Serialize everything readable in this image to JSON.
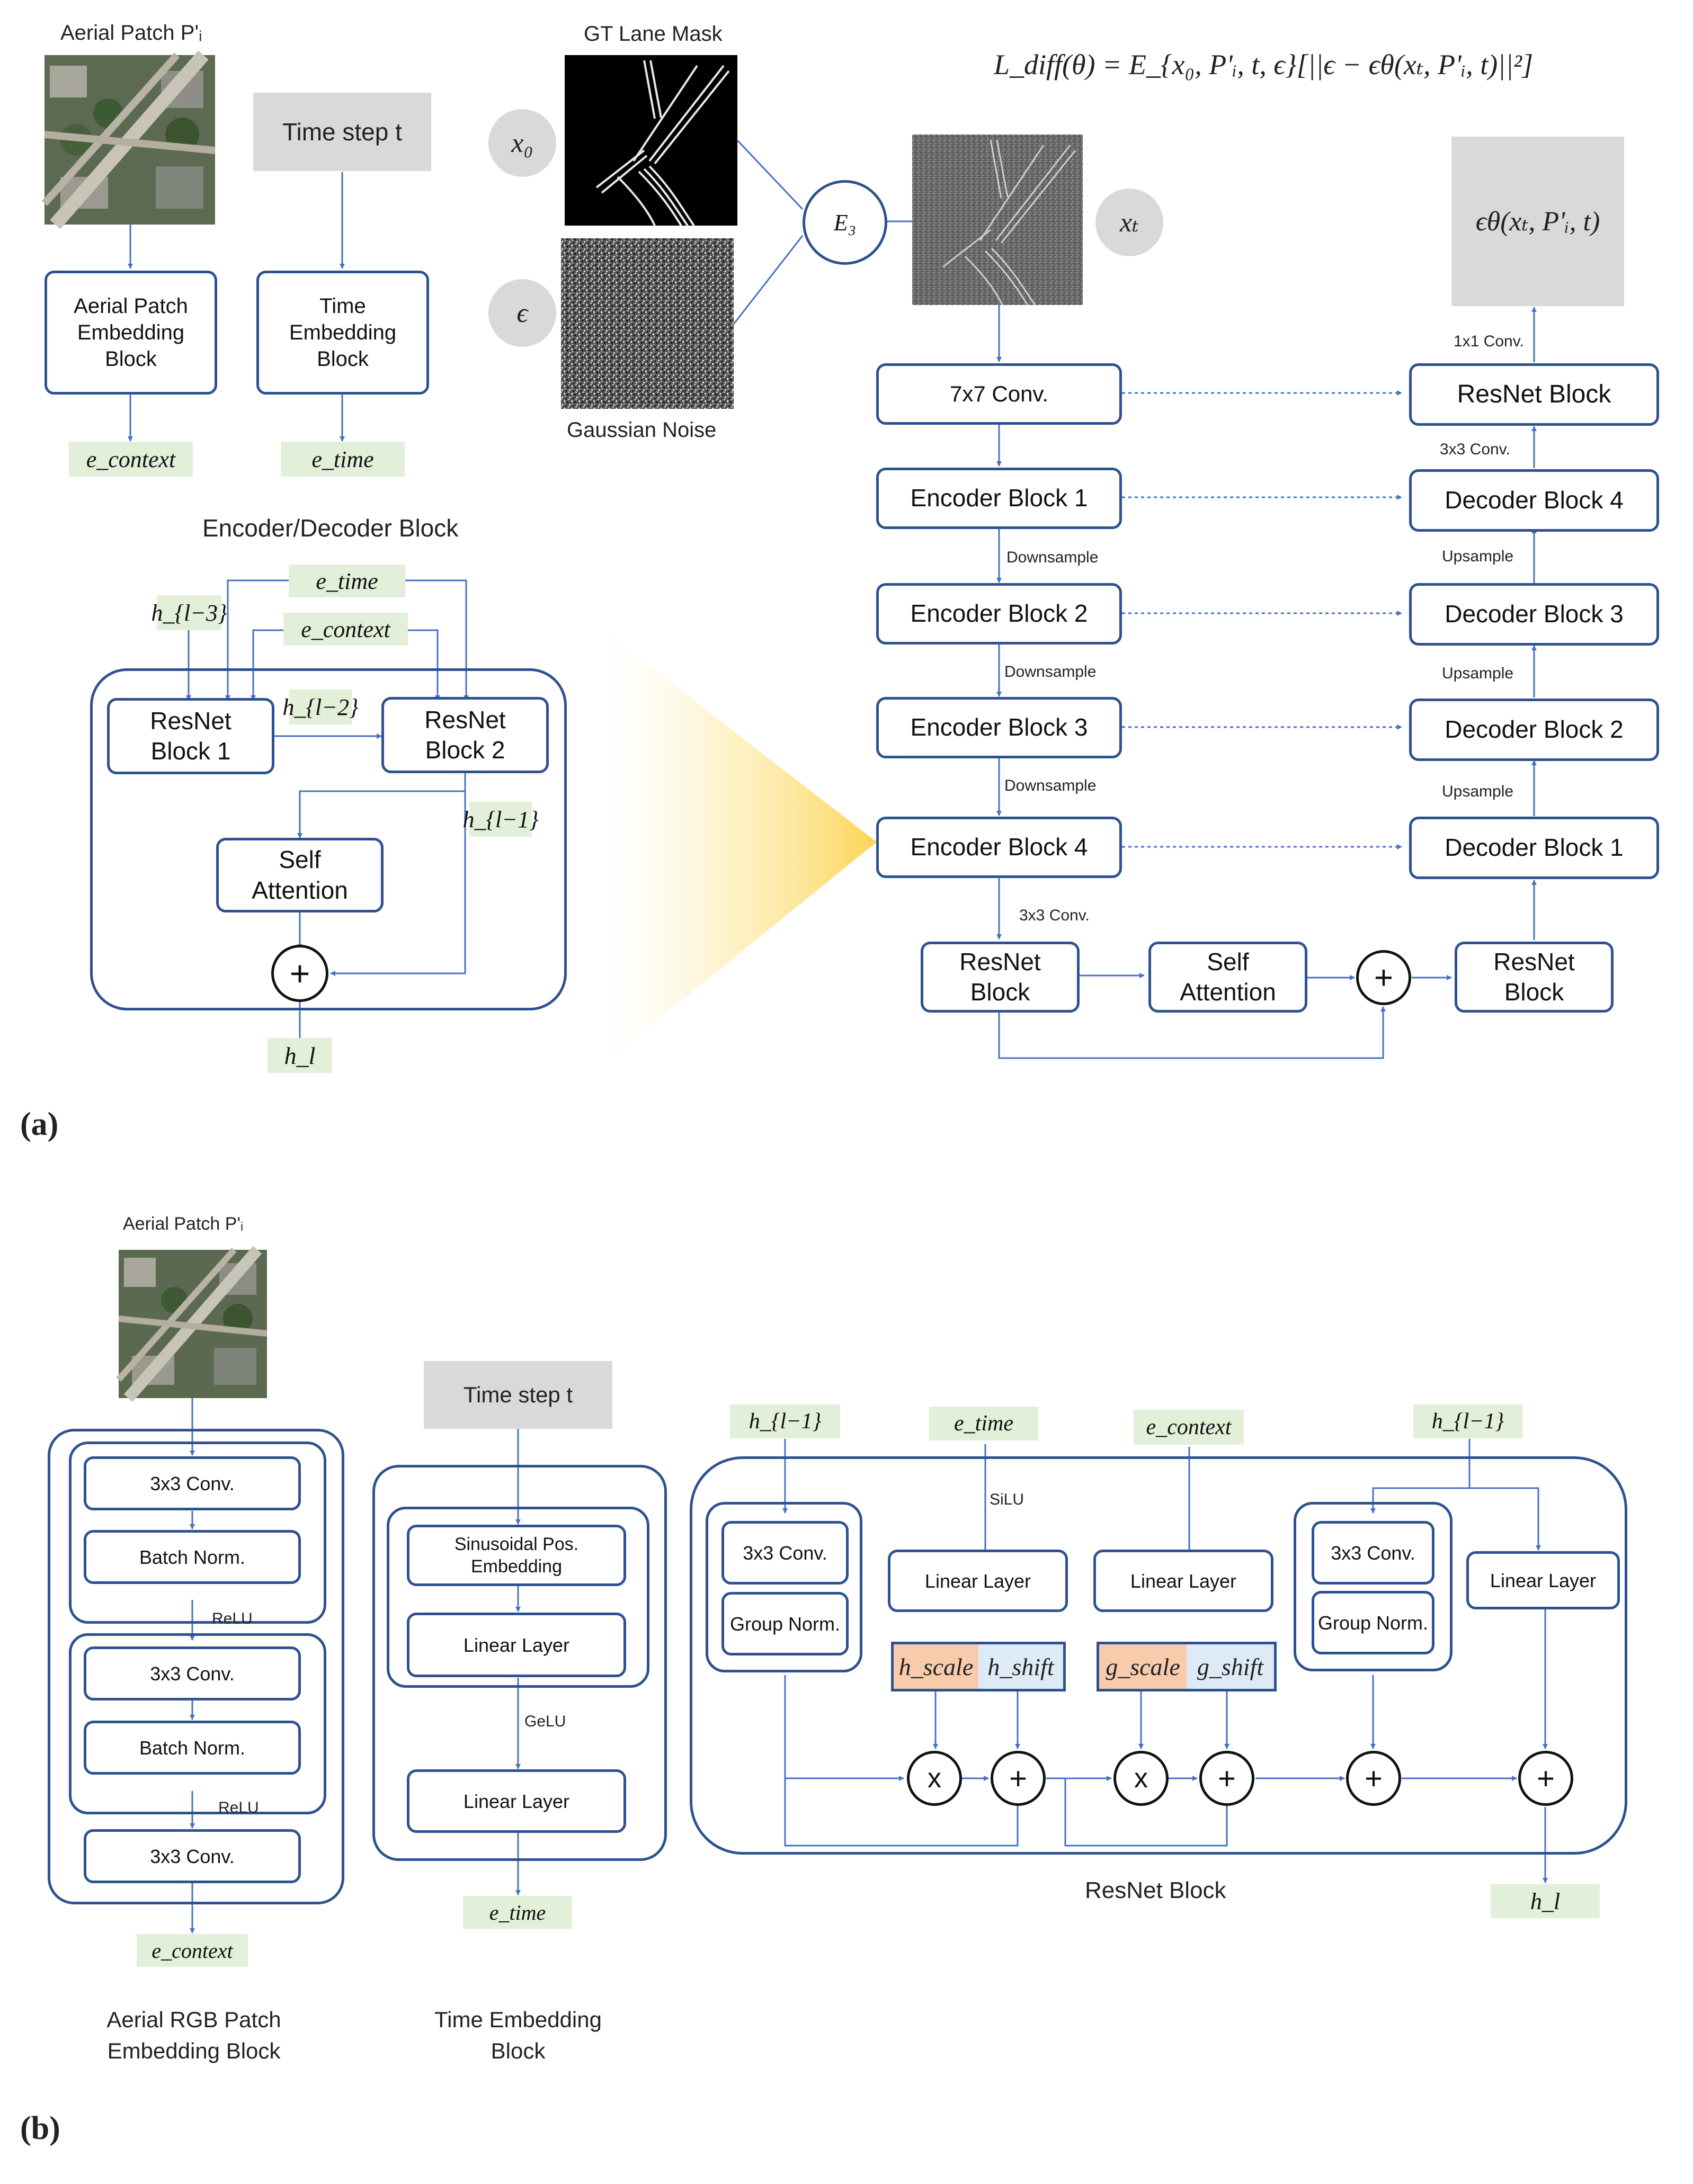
{
  "panel_a": {
    "label": "(a)",
    "aerial_patch_title": "Aerial Patch P'ᵢ",
    "time_step_label": "Time step t",
    "aerial_embed_block": "Aerial Patch Embedding Block",
    "time_embed_block": "Time Embedding Block",
    "e_context": "e_context",
    "e_time": "e_time",
    "gt_lane_mask_title": "GT Lane Mask",
    "gaussian_noise_title": "Gaussian Noise",
    "x0": "x₀",
    "epsilon": "ϵ",
    "e3": "E₃",
    "xt": "xₜ",
    "loss_formula": "L_diff(θ) = E_{x₀, P'ᵢ, t, ϵ}[||ϵ − ϵθ(xₜ, P'ᵢ, t)||²]",
    "output_label": "ϵθ(xₜ, P'ᵢ, t)",
    "encdec_title": "Encoder/Decoder Block",
    "encdec": {
      "h_l3": "h_{l−3}",
      "e_time": "e_time",
      "e_context": "e_context",
      "resnet1": "ResNet Block 1",
      "h_l2": "h_{l−2}",
      "resnet2": "ResNet Block 2",
      "h_l1": "h_{l−1}",
      "self_attention": "Self Attention",
      "plus": "+",
      "h_l": "h_l"
    },
    "unet": {
      "conv7": "7x7 Conv.",
      "enc1": "Encoder Block 1",
      "enc2": "Encoder Block 2",
      "enc3": "Encoder Block 3",
      "enc4": "Encoder Block 4",
      "downsample": "Downsample",
      "conv3_bottom": "3x3 Conv.",
      "resnet_left": "ResNet Block",
      "self_attention": "Self Attention",
      "plus": "+",
      "resnet_right": "ResNet Block",
      "dec1": "Decoder Block 1",
      "dec2": "Decoder Block 2",
      "dec3": "Decoder Block 3",
      "dec4": "Decoder Block 4",
      "upsample": "Upsample",
      "conv3_top": "3x3 Conv.",
      "resnet_top": "ResNet Block",
      "conv1": "1x1 Conv."
    }
  },
  "panel_b": {
    "label": "(b)",
    "aerial_patch_title": "Aerial Patch P'ᵢ",
    "aerial_block": {
      "conv1": "3x3 Conv.",
      "bn1": "Batch Norm.",
      "relu1": "ReLU",
      "conv2": "3x3 Conv.",
      "bn2": "Batch Norm.",
      "relu2": "ReLU",
      "conv3": "3x3 Conv.",
      "output": "e_context",
      "caption": "Aerial RGB Patch Embedding Block"
    },
    "time_block": {
      "input": "Time step t",
      "sinusoidal": "Sinusoidal Pos. Embedding",
      "linear1": "Linear Layer",
      "gelu": "GeLU",
      "linear2": "Linear Layer",
      "output": "e_time",
      "caption": "Time Embedding Block"
    },
    "resnet_block": {
      "h_in_left": "h_{l−1}",
      "e_time": "e_time",
      "e_context": "e_context",
      "h_in_right": "h_{l−1}",
      "silu": "SiLU",
      "conv_a": "3x3 Conv.",
      "gn_a": "Group Norm.",
      "linear_time": "Linear Layer",
      "linear_context": "Linear Layer",
      "conv_b": "3x3 Conv.",
      "gn_b": "Group Norm.",
      "linear_skip": "Linear Layer",
      "h_scale": "h_scale",
      "h_shift": "h_shift",
      "g_scale": "g_scale",
      "g_shift": "g_shift",
      "times": "x",
      "plus": "+",
      "h_out": "h_l",
      "caption": "ResNet Block"
    }
  },
  "colors": {
    "line": "#4472c4",
    "box_border": "#2e528f",
    "tag_fill": "#e2efd9",
    "gray_fill": "#d9d9d9",
    "scale_fill": "#f8cbad",
    "shift_fill": "#deebf7",
    "gradient": "#fde9a3"
  },
  "icons": [
    "aerial-image",
    "lane-mask-image",
    "noise-image",
    "noisy-lane-image"
  ]
}
